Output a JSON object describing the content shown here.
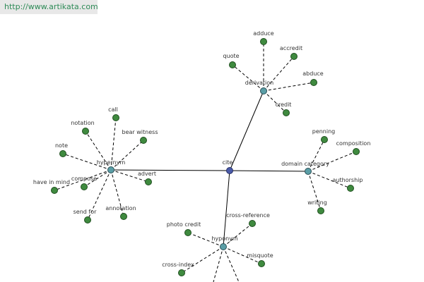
{
  "watermark": "http://www.artikata.com",
  "center": {
    "label": "cite",
    "color": "#4a5aa8"
  },
  "colors": {
    "hub": "#5a9ea6",
    "leaf": "#3f8a3f",
    "edge": "#000000"
  },
  "groups": [
    {
      "label": "derivation",
      "words": [
        "adduce",
        "accredit",
        "quote",
        "abduce",
        "credit"
      ]
    },
    {
      "label": "hypernym",
      "words": [
        "call",
        "notation",
        "bear witness",
        "note",
        "have in mind",
        "compose",
        "advert",
        "send for",
        "annotation"
      ]
    },
    {
      "label": "domain category",
      "words": [
        "penning",
        "composition",
        "authorship",
        "writing"
      ]
    },
    {
      "label": "hyponym",
      "words": [
        "photo credit",
        "cross-reference",
        "cross-index",
        "misquote"
      ]
    }
  ]
}
